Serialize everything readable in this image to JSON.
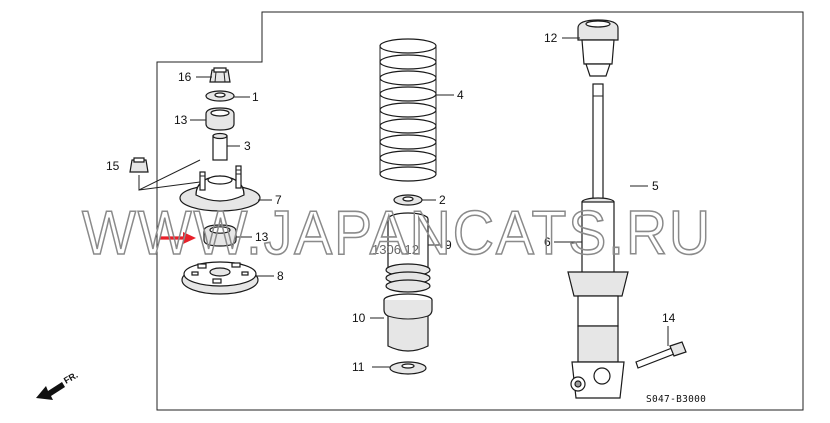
{
  "diagram": {
    "code": "S047-B3000",
    "direction_label": "FR.",
    "watermark": "WWW.JAPANCATS.RU",
    "stamp_text": "1306.12",
    "highlight_color": "#e8202a"
  },
  "callouts": [
    {
      "id": "16",
      "label": "16"
    },
    {
      "id": "1",
      "label": "1"
    },
    {
      "id": "13a",
      "label": "13"
    },
    {
      "id": "3",
      "label": "3"
    },
    {
      "id": "15",
      "label": "15"
    },
    {
      "id": "7",
      "label": "7"
    },
    {
      "id": "13b",
      "label": "13"
    },
    {
      "id": "8",
      "label": "8"
    },
    {
      "id": "4",
      "label": "4"
    },
    {
      "id": "2",
      "label": "2"
    },
    {
      "id": "9",
      "label": "9"
    },
    {
      "id": "10",
      "label": "10"
    },
    {
      "id": "11",
      "label": "11"
    },
    {
      "id": "12",
      "label": "12"
    },
    {
      "id": "5",
      "label": "5"
    },
    {
      "id": "6",
      "label": "6"
    },
    {
      "id": "14",
      "label": "14"
    }
  ]
}
